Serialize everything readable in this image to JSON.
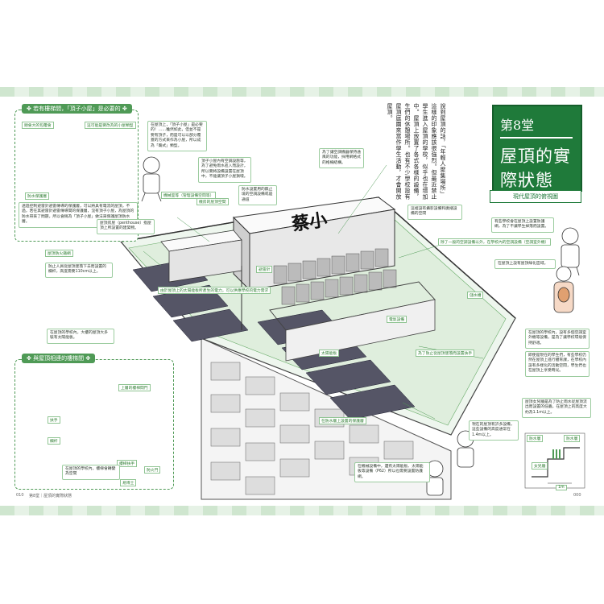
{
  "chapter": {
    "label": "第8堂",
    "title": "屋頂的實際狀態",
    "subtitle": "現代屋頂的俯視圖"
  },
  "body_text": "說到屋頂的話，「年輕人聚集場所」這樣的印象應該很強烈。但最近禁止學生進入屋頂的學校，似乎也在增加中。屋頂上放置了各式各樣的設備，生們的休憩場所。也有不少學校設有屋頂庭園來當作學生活動，才會開放屋頂。",
  "box_top": {
    "header": "✤ 若有樓梯間，「頂子小屋」是必要的 ✤",
    "callout_left": "頭會大的包覆會",
    "callout_right": "這可能是要改為的小屋類型",
    "label": "防水保護層",
    "description": "透過控制避雷針避雷傳導的保護層，可以將具有電流的屋頂，不過，若在其避雷針避雷傳導間的保護層，沒有頂子小屋，為屋頂的防水帶來了問題，所以會稱為「頂子小屋」做法來保護屋頂防水層。"
  },
  "box_bottom": {
    "header": "✤ 與屋頂相連的樓梯間 ✤",
    "labels": [
      "上層的樓梯間門",
      "扶手",
      "欄杆",
      "樓梯扶手",
      "防火門"
    ],
    "note": "在屋頂的學校內，樓梯會轉變為空間",
    "logo": "易博士"
  },
  "annotations": [
    "在屋頂上，「頂子小屋」是必要的！……雖然如此，但並不是要有頂子，而是可以以部分覆蓋的方式來作為小屋，所以成為「廟式」類型。",
    "頂子小屋內有空調設施等，為了避免雨水進入而設計，所以要將設備設置在屋頂中，不能讓頂子小屋損壞。",
    "機械室等（管理設備空間等）",
    "機房的屋頂空間",
    "屋頂房屋（penthouse）指屋頂上所設置的建築物。",
    "防水設置用的無止境的空調設備或是通道",
    "屋頂防火鐵網",
    "為了讓空調機器保持通風的功能，採用網格式的格柵結構。",
    "防止人員從屋頂墜落下去而設置的欄杆，高度需要110cm以上。",
    "這裡設有攝影設備和廣播設備的空間",
    "在屋頂的學校內，大樓的屋頂大多裝有太陽能板。",
    "由於屋頂上的太陽能板所產生的電力，可以供應學校的電力需求",
    "太陽能板",
    "除了一般的空調設備以外，在學校內的空調設備（空調室外機）",
    "避雷針",
    "儲水槽",
    "電氣設備",
    "為了防止從屋頂墜落而設置扶手",
    "有些學校會在屋頂上設置防護網，為了不讓學生掉落而設置。",
    "在屋頂上設有屋頂綠化區域。",
    "在屋頂的學校內，設有多個空調室外機等設備，是為了讓學校環境保持舒適。",
    "在機械設備中，還有太陽能板、太陽能板等設備（P62）所以也需要設置防護網。",
    "即使是現在的學生們，有些學校仍然在屋頂上進行體育課，在學校內設有多樣化的活動空間，學生們也在屋頂上享受時光。",
    "現在的屋頂有許多設備，這些設備的高度通常在1.4m以上。",
    "屋頂女兒牆是為了防止雨水從屋頂流出而設置的低牆，在屋頂上的高度大約為1.1m以上。",
    "在防水層上設置的保護層"
  ],
  "building_sign": "蔡小",
  "detail_labels": [
    "防水層",
    "防水層",
    "女兒牆",
    "1m"
  ],
  "page_left": "010",
  "page_right": "000",
  "footer_left": "第8堂｜屋頂的實際狀態"
}
